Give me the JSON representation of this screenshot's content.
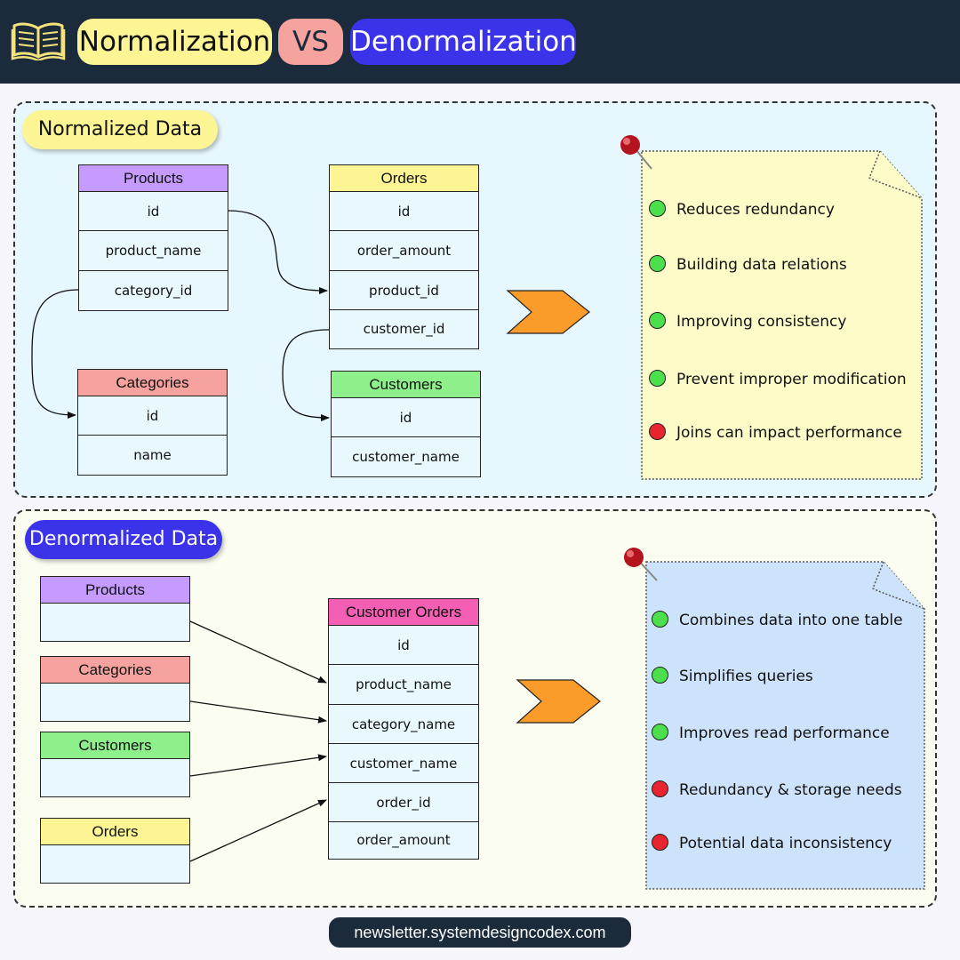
{
  "header": {
    "left_title": "Normalization",
    "vs": "VS",
    "right_title": "Denormalization",
    "icon": "book-icon"
  },
  "normalized": {
    "label": "Normalized Data",
    "tables": [
      {
        "name": "Products",
        "color": "#c59bff",
        "fields": [
          "id",
          "product_name",
          "category_id"
        ]
      },
      {
        "name": "Orders",
        "color": "#fdf593",
        "fields": [
          "id",
          "order_amount",
          "product_id",
          "customer_id"
        ]
      },
      {
        "name": "Categories",
        "color": "#f6a3a0",
        "fields": [
          "id",
          "name"
        ]
      },
      {
        "name": "Customers",
        "color": "#8ef08a",
        "fields": [
          "id",
          "customer_name"
        ]
      }
    ],
    "note": {
      "color": "#fdfbc8",
      "items": [
        {
          "text": "Reduces redundancy",
          "status": "positive"
        },
        {
          "text": "Building data relations",
          "status": "positive"
        },
        {
          "text": "Improving consistency",
          "status": "positive"
        },
        {
          "text": "Prevent improper modification",
          "status": "positive"
        },
        {
          "text": "Joins can impact performance",
          "status": "negative"
        }
      ]
    }
  },
  "denormalized": {
    "label": "Denormalized Data",
    "sources": [
      {
        "name": "Products",
        "color": "#c59bff"
      },
      {
        "name": "Categories",
        "color": "#f6a3a0"
      },
      {
        "name": "Customers",
        "color": "#8ef08a"
      },
      {
        "name": "Orders",
        "color": "#fdf593"
      }
    ],
    "combined": {
      "name": "Customer Orders",
      "color": "#f45fb4",
      "fields": [
        "id",
        "product_name",
        "category_name",
        "customer_name",
        "order_id",
        "order_amount"
      ]
    },
    "note": {
      "color": "#cde3fb",
      "items": [
        {
          "text": "Combines data into one table",
          "status": "positive"
        },
        {
          "text": "Simplifies queries",
          "status": "positive"
        },
        {
          "text": "Improves read performance",
          "status": "positive"
        },
        {
          "text": "Redundancy & storage needs",
          "status": "negative"
        },
        {
          "text": "Potential data inconsistency",
          "status": "negative"
        }
      ]
    }
  },
  "status_colors": {
    "positive": "#4be04b",
    "negative": "#e8242f"
  },
  "arrow_color": "#fa9b2a",
  "footer": "newsletter.systemdesigncodex.com"
}
